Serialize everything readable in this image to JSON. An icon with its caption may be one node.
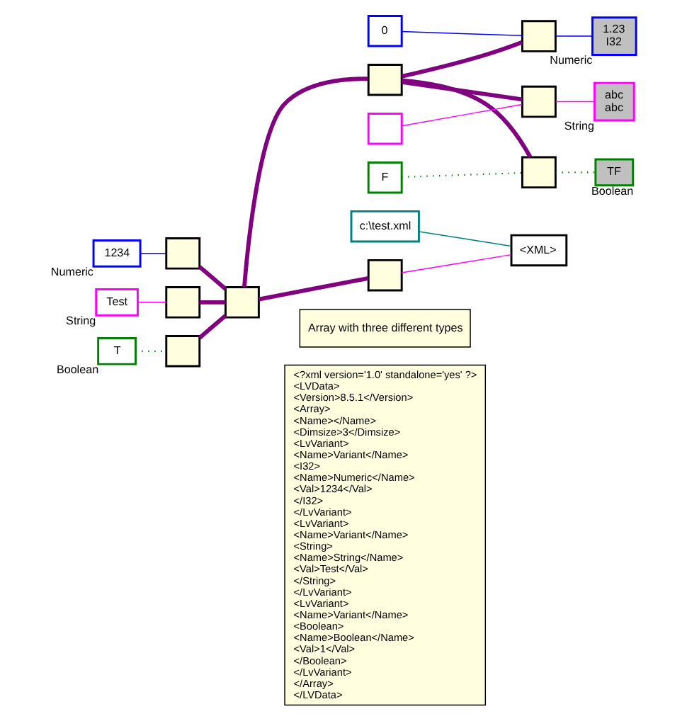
{
  "diagram": {
    "nodes": [
      {
        "text": [
          "1234"
        ],
        "beside": [
          "Numeric"
        ]
      },
      {
        "text": [
          "Test"
        ],
        "beside": [
          "String"
        ]
      },
      {
        "text": [
          "T"
        ],
        "beside": [
          "Boolean"
        ]
      },
      {
        "text": [],
        "shape": "box"
      },
      {
        "text": [],
        "shape": "box"
      },
      {
        "text": [],
        "shape": "box"
      },
      {
        "text": [],
        "shape": "box"
      },
      {
        "text": [],
        "shape": "box"
      },
      {
        "text": [
          "0"
        ]
      },
      {
        "text": [],
        "shape": "box"
      },
      {
        "text": [
          "1.23",
          "I32"
        ],
        "beside": [
          "Numeric"
        ]
      },
      {
        "text": [],
        "shape": "box"
      },
      {
        "text": [],
        "shape": "box"
      },
      {
        "text": [
          "abc",
          "abc"
        ],
        "beside": [
          "String"
        ]
      },
      {
        "text": [
          "F"
        ]
      },
      {
        "text": [],
        "shape": "box"
      },
      {
        "text": [
          "TF"
        ],
        "beside": [
          "Boolean"
        ]
      },
      {
        "text": [
          "c:\\test.xml"
        ]
      },
      {
        "text": [],
        "shape": "box"
      },
      {
        "text": [
          "<XML>"
        ]
      }
    ],
    "edges": [
      {
        "from": 0,
        "to": 3,
        "arrow": "none",
        "color": "#0000ff"
      },
      {
        "from": 1,
        "to": 4,
        "arrow": "none",
        "color": "#ff00ff"
      },
      {
        "from": 2,
        "to": 5,
        "arrow": "none",
        "color": "#008000",
        "style": "dashed"
      },
      {
        "from": 3,
        "to": 6,
        "arrow": "none",
        "style": "thick"
      },
      {
        "from": 4,
        "to": 6,
        "arrow": "none",
        "style": "thick"
      },
      {
        "from": 5,
        "to": 6,
        "arrow": "none",
        "style": "thick"
      },
      {
        "from": 6,
        "to": 7,
        "arrow": "none",
        "style": "thick"
      },
      {
        "from": 6,
        "to": 18,
        "arrow": "none",
        "style": "thick"
      },
      {
        "from": 7,
        "to": 9,
        "arrow": "none",
        "style": "thick"
      },
      {
        "from": 7,
        "to": 12,
        "arrow": "none",
        "style": "thick"
      },
      {
        "from": 7,
        "to": 15,
        "arrow": "none",
        "style": "thick"
      },
      {
        "from": 8,
        "to": 9,
        "arrow": "none",
        "color": "#0000ff"
      },
      {
        "from": 9,
        "to": 10,
        "arrow": "none",
        "color": "#0000ff"
      },
      {
        "from": 11,
        "to": 12,
        "arrow": "none",
        "color": "#ff00ff"
      },
      {
        "from": 12,
        "to": 13,
        "arrow": "none",
        "color": "#ff00ff"
      },
      {
        "from": 14,
        "to": 15,
        "arrow": "none",
        "color": "#008000",
        "style": "dashed"
      },
      {
        "from": 15,
        "to": 16,
        "arrow": "none",
        "color": "#008000",
        "style": "dashed"
      },
      {
        "from": 17,
        "to": 19,
        "arrow": "none",
        "color": "#008080"
      },
      {
        "from": 18,
        "to": 19,
        "arrow": "none",
        "color": "#ff00ff"
      }
    ],
    "labels": [
      "Array with three different types",
      "<?xml version='1.0' standalone='yes' ?>",
      "<LVData>",
      "<Version>8.5.1</Version>",
      "<Array>",
      "<Name></Name>",
      "<Dimsize>3</Dimsize>",
      "<LvVariant>",
      "<Name>Variant</Name>",
      "<I32>",
      "<Name>Numeric</Name>",
      "<Val>1234</Val>",
      "</I32>",
      "</LvVariant>",
      "<LvVariant>",
      "<Name>Variant</Name>",
      "<String>",
      "<Name>String</Name>",
      "<Val>Test</Val>",
      "</String>",
      "</LvVariant>",
      "<LvVariant>",
      "<Name>Variant</Name>",
      "<Boolean>",
      "<Name>Boolean</Name>",
      "<Val>1</Val>",
      "</Boolean>",
      "</LvVariant>",
      "</Array>",
      "</LVData>"
    ]
  }
}
